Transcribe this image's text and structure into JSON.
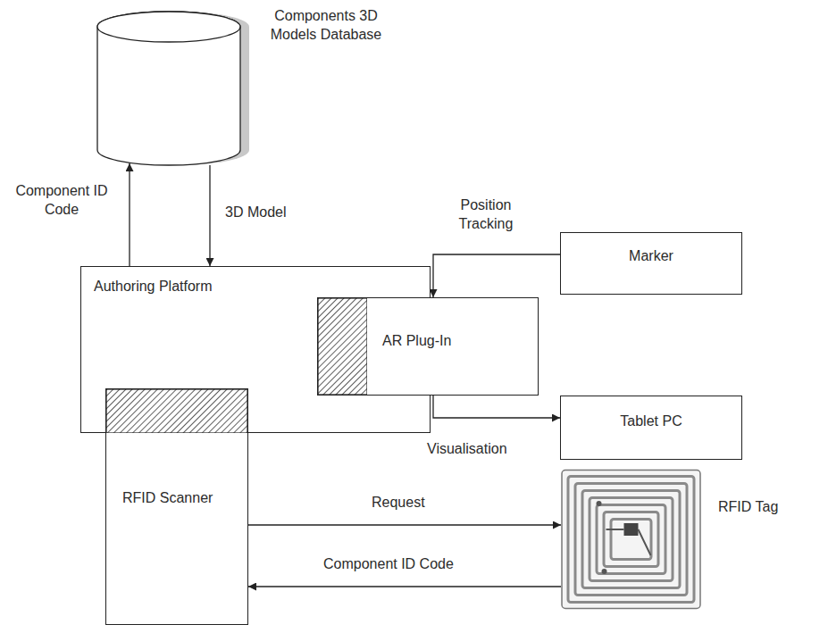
{
  "diagram": {
    "nodes": [
      {
        "text": [
          "Components 3D Models Database"
        ]
      },
      {
        "text": [
          "Authoring Platform"
        ]
      },
      {
        "text": [
          "AR Plug-In"
        ]
      },
      {
        "text": [
          "Marker"
        ]
      },
      {
        "text": [
          "Tablet PC"
        ]
      },
      {
        "text": [
          "RFID Scanner"
        ]
      },
      {
        "text": [
          "RFID Tag"
        ]
      }
    ],
    "edges": [
      {
        "from": 1,
        "to": 0,
        "label": "Component ID Code",
        "arrow": "to"
      },
      {
        "from": 0,
        "to": 1,
        "label": "3D Model",
        "arrow": "to"
      },
      {
        "from": 3,
        "to": 2,
        "label": "Position Tracking",
        "arrow": "to"
      },
      {
        "from": 2,
        "to": 4,
        "label": "Visualisation",
        "arrow": "to"
      },
      {
        "from": 5,
        "to": 6,
        "label": "Request",
        "arrow": "to"
      },
      {
        "from": 6,
        "to": 5,
        "label": "Component ID Code",
        "arrow": "to"
      }
    ]
  }
}
